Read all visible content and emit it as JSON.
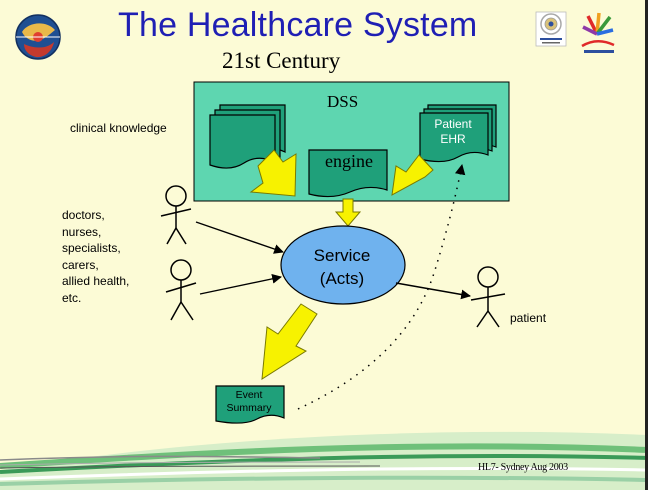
{
  "slide": {
    "title": "The Healthcare System",
    "subtitle": "21st Century",
    "footer": "HL7- Sydney Aug 2003",
    "logo_left_icon": "globe-emblem-icon",
    "logo_right_icons": [
      "university-seal-icon",
      "colorful-star-logo-icon"
    ]
  },
  "diagram": {
    "dss_label": "DSS",
    "engine_label": "engine",
    "ehr_label_line1": "Patient",
    "ehr_label_line2": "EHR",
    "clinical_knowledge_label": "clinical knowledge",
    "roles": [
      "doctors,",
      "nurses,",
      "specialists,",
      "carers,",
      "allied health,",
      "etc."
    ],
    "service_line1": "Service",
    "service_line2": "(Acts)",
    "patient_label": "patient",
    "event_line1": "Event",
    "event_line2": "Summary"
  },
  "colors": {
    "background": "#fcfbd6",
    "title": "#1f1fb4",
    "dss_box": "#5ed6b0",
    "document_green": "#1fa07a",
    "service_ellipse": "#6fb2ee",
    "arrow_yellow": "#f7f200"
  }
}
